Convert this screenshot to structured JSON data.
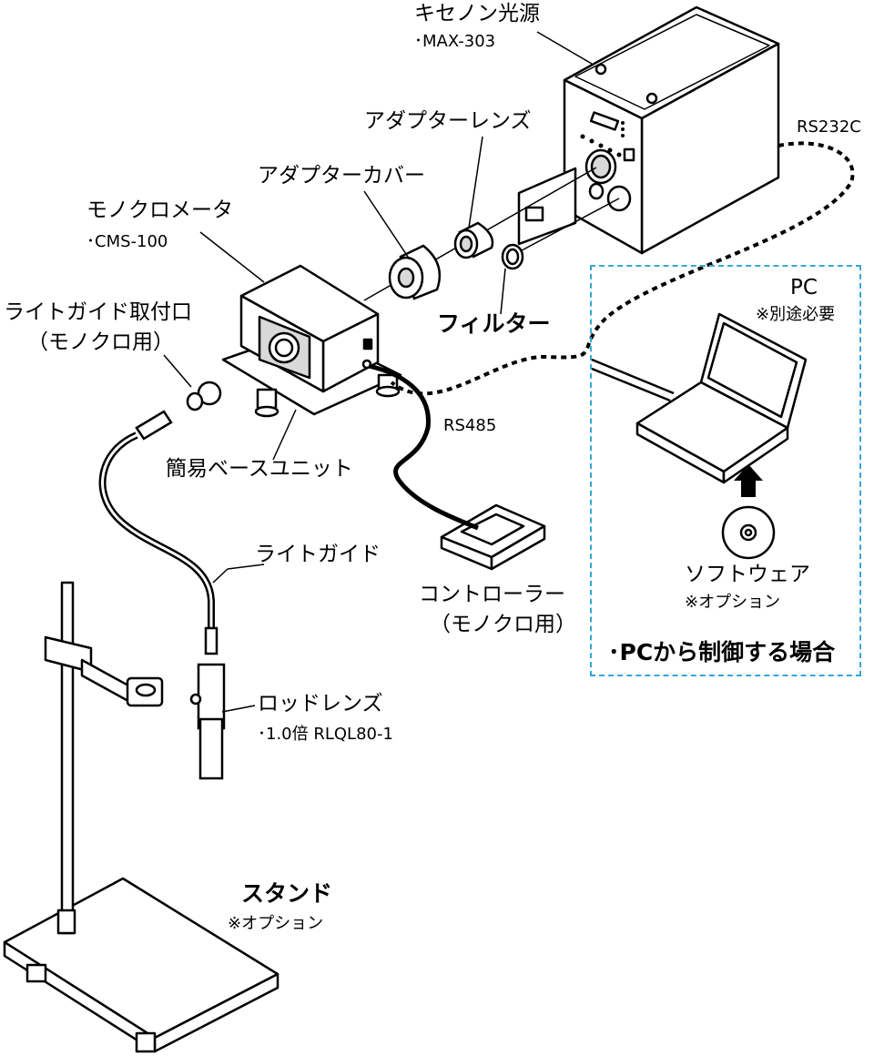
{
  "colors": {
    "line": "#000000",
    "pc_box_border": "#35a7d8",
    "fill_gray": "#d9d9d9",
    "fill_white": "#ffffff"
  },
  "labels": {
    "xenon_title": "キセノン光源",
    "xenon_model": "･MAX-303",
    "adapter_lens": "アダプターレンズ",
    "adapter_cover": "アダプターカバー",
    "monochromator": "モノクロメータ",
    "monochromator_model": "･CMS-100",
    "lightguide_port_1": "ライトガイド取付口",
    "lightguide_port_2": "（モノクロ用）",
    "filter": "フィルター",
    "rs232c": "RS232C",
    "rs485": "RS485",
    "base_unit": "簡易ベースユニット",
    "light_guide": "ライトガイド",
    "controller_1": "コントローラー",
    "controller_2": "（モノクロ用）",
    "rod_lens": "ロッドレンズ",
    "rod_lens_model": "･1.0倍 RLQL80-1",
    "stand": "スタンド",
    "stand_note": "※オプション",
    "pc": "PC",
    "pc_note": "※別途必要",
    "software": "ソフトウェア",
    "software_note": "※オプション",
    "pc_control": "･PCから制御する場合"
  }
}
